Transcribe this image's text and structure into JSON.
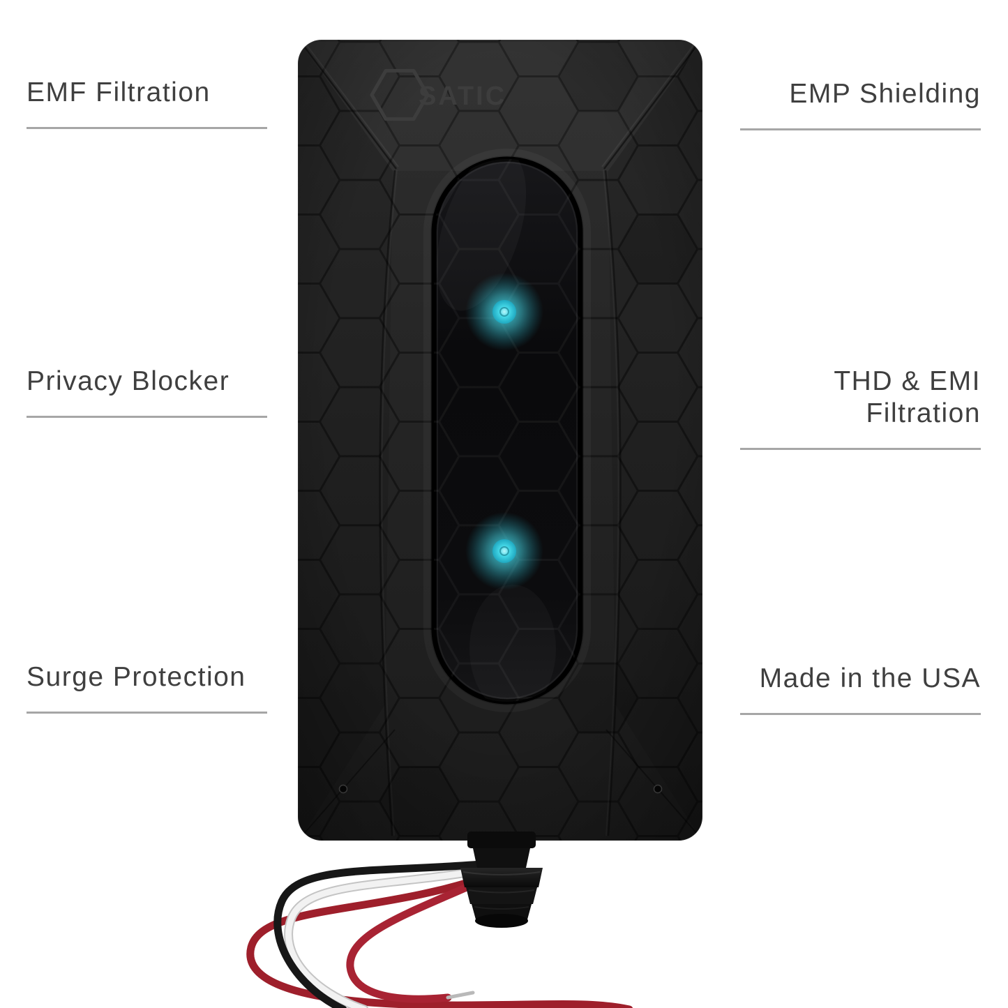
{
  "features": {
    "left": [
      {
        "label": "EMF Filtration"
      },
      {
        "label": "Privacy Blocker"
      },
      {
        "label": "Surge Protection"
      }
    ],
    "right": [
      {
        "label": "EMP Shielding"
      },
      {
        "label": "THD & EMI Filtration"
      },
      {
        "label": "Made in the USA"
      }
    ]
  },
  "device": {
    "brand": "SATIC",
    "colors": {
      "body": "#232323",
      "led": "#43d6e6",
      "led_bright": "#b8f6fb",
      "wire_red": "#9e1f2b",
      "wire_red2": "#a82333",
      "wire_black": "#171717",
      "wire_white": "#f2f2f2",
      "label_text": "#3f3f3f",
      "rule": "#a6a6a6"
    }
  }
}
